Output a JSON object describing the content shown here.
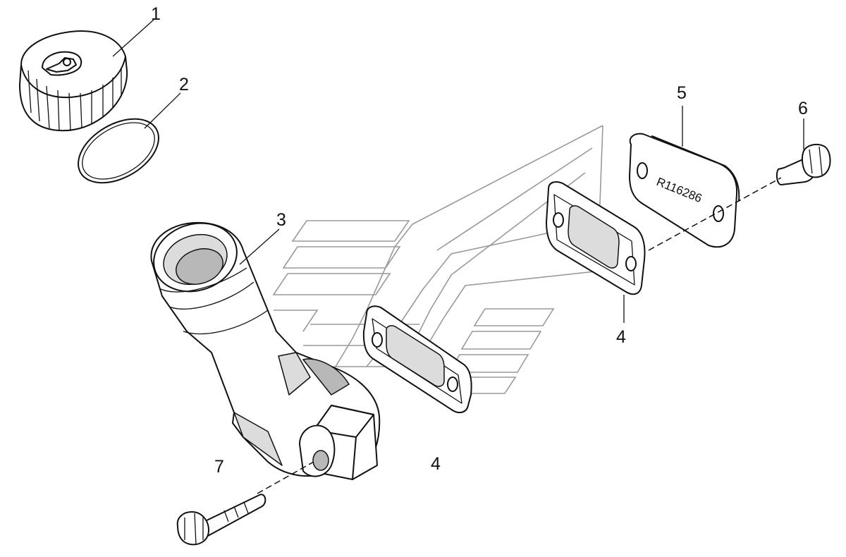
{
  "diagram": {
    "part_number_marking": "R116286",
    "callouts": [
      {
        "id": "c1",
        "label": "1"
      },
      {
        "id": "c2",
        "label": "2"
      },
      {
        "id": "c3",
        "label": "3"
      },
      {
        "id": "c4a",
        "label": "4"
      },
      {
        "id": "c4b",
        "label": "4"
      },
      {
        "id": "c5",
        "label": "5"
      },
      {
        "id": "c6",
        "label": "6"
      },
      {
        "id": "c7",
        "label": "7"
      }
    ]
  }
}
